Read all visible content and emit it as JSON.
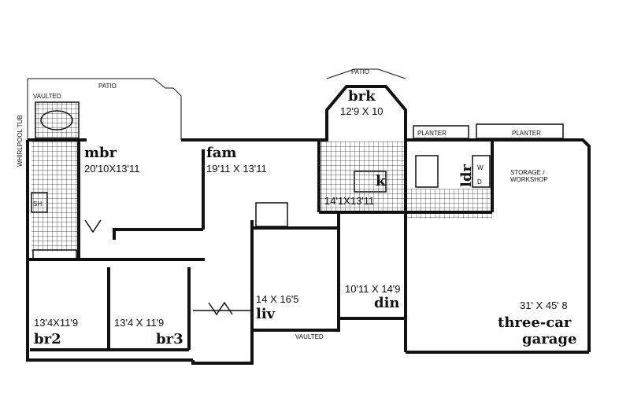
{
  "labels": {
    "patio_left": "PATIO",
    "patio_top": "PATIO",
    "vaulted_top": "VAULTED",
    "whirlpool": "WHIRLPOOL TUB",
    "sh": "SH",
    "mbr": {
      "name": "mbr",
      "dim": "20'10X13'11"
    },
    "fam": {
      "name": "fam",
      "dim": "19'11 X 13'11"
    },
    "brk": {
      "name": "brk",
      "dim": "12'9 X 10"
    },
    "k": {
      "name": "k",
      "dim": "14'1X13'11"
    },
    "ldr": "ldr",
    "planter_1": "PLANTER",
    "planter_2": "PLANTER",
    "storage": "STORAGE /",
    "workshop": "WORKSHOP",
    "w": "W",
    "d": "D",
    "liv": {
      "name": "liv",
      "dim": "14 X 16'5"
    },
    "din": {
      "name": "din",
      "dim": "10'11 X 14'9"
    },
    "vaulted_bottom": "VAULTED",
    "br2": {
      "name": "br2",
      "dim": "13'4X11'9"
    },
    "br3": {
      "name": "br3",
      "dim": "13'4 X 11'9"
    },
    "garage": {
      "dim": "31' X 45' 8",
      "name1": "three-car",
      "name2": "garage"
    }
  }
}
